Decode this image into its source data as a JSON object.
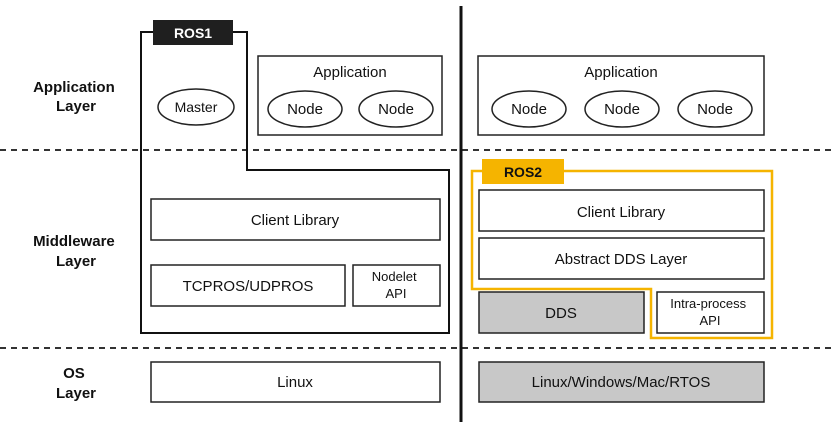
{
  "layers": {
    "application": [
      "Application",
      "Layer"
    ],
    "middleware": [
      "Middleware",
      "Layer"
    ],
    "os": [
      "OS",
      "Layer"
    ]
  },
  "ros1": {
    "tag": "ROS1",
    "master": "Master",
    "application_title": "Application",
    "nodes": [
      "Node",
      "Node"
    ],
    "client_library": "Client Library",
    "transport": "TCPROS/UDPROS",
    "nodelet_api": [
      "Nodelet",
      "API"
    ],
    "os": "Linux"
  },
  "ros2": {
    "tag": "ROS2",
    "application_title": "Application",
    "nodes": [
      "Node",
      "Node",
      "Node"
    ],
    "client_library": "Client Library",
    "abstract_dds": "Abstract DDS Layer",
    "dds": "DDS",
    "intra_process_api": [
      "Intra-process",
      "API"
    ],
    "os": "Linux/Windows/Mac/RTOS"
  },
  "colors": {
    "ros1_tag_bg": "#1f1f1f",
    "ros2_accent": "#f5b400",
    "gray_fill": "#c8c8c8"
  }
}
